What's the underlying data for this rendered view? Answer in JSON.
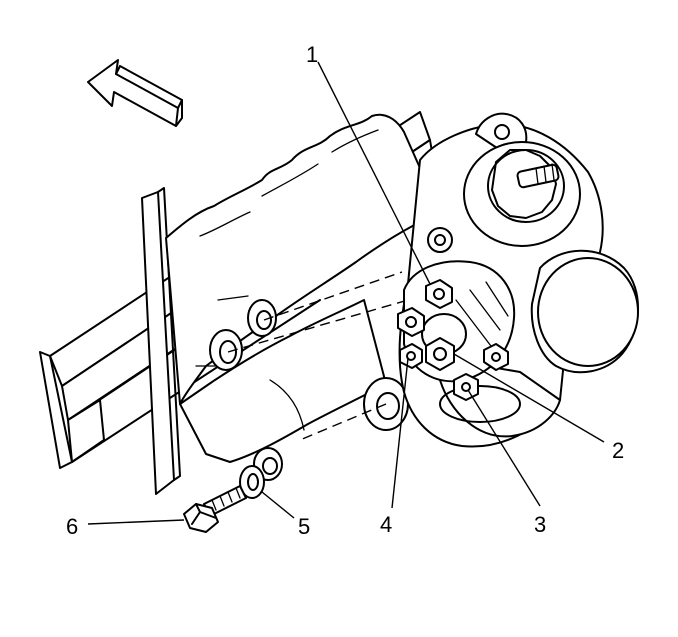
{
  "diagram": {
    "callouts": [
      {
        "id": "1",
        "label": "1"
      },
      {
        "id": "2",
        "label": "2"
      },
      {
        "id": "3",
        "label": "3"
      },
      {
        "id": "4",
        "label": "4"
      },
      {
        "id": "5",
        "label": "5"
      },
      {
        "id": "6",
        "label": "6"
      }
    ],
    "icons": [
      "front-direction-arrow-icon"
    ]
  }
}
